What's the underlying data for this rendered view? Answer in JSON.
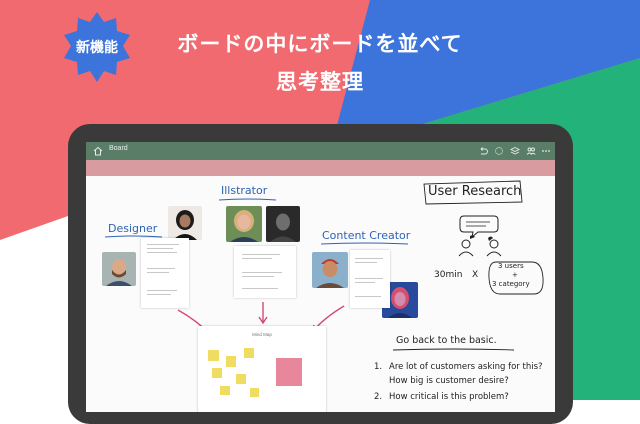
{
  "banner": {
    "badge": "新機能",
    "headline_line1": "ボードの中にボードを並べて",
    "headline_line2": "思考整理"
  },
  "app": {
    "breadcrumb": "Board"
  },
  "board": {
    "labels": {
      "illustrator": "Illstrator",
      "designer": "Designer",
      "content_creator": "Content Creator",
      "user_research": "User Research"
    },
    "research": {
      "duration": "30min",
      "times": "X",
      "users": "3 users",
      "plus": "+",
      "category": "3 category"
    },
    "mini_board_title": "Mind Map",
    "notes": {
      "title": "Go back to the basic.",
      "item1_num": "1.",
      "item1_line1": "Are lot of customers asking for this?",
      "item1_line2": "How big is customer desire?",
      "item2_num": "2.",
      "item2_line1": "How critical is this problem?"
    }
  },
  "colors": {
    "banner_red": "#f06a6f",
    "banner_blue": "#3c74dc",
    "banner_green": "#22b27a",
    "toolbar": "#5a7d68",
    "accent_band": "#d89b9f",
    "ink_blue": "#2f62b3",
    "arrow_pink": "#d4487a",
    "sticky_yellow": "#f1dc63",
    "sticky_pink": "#e8879c"
  }
}
